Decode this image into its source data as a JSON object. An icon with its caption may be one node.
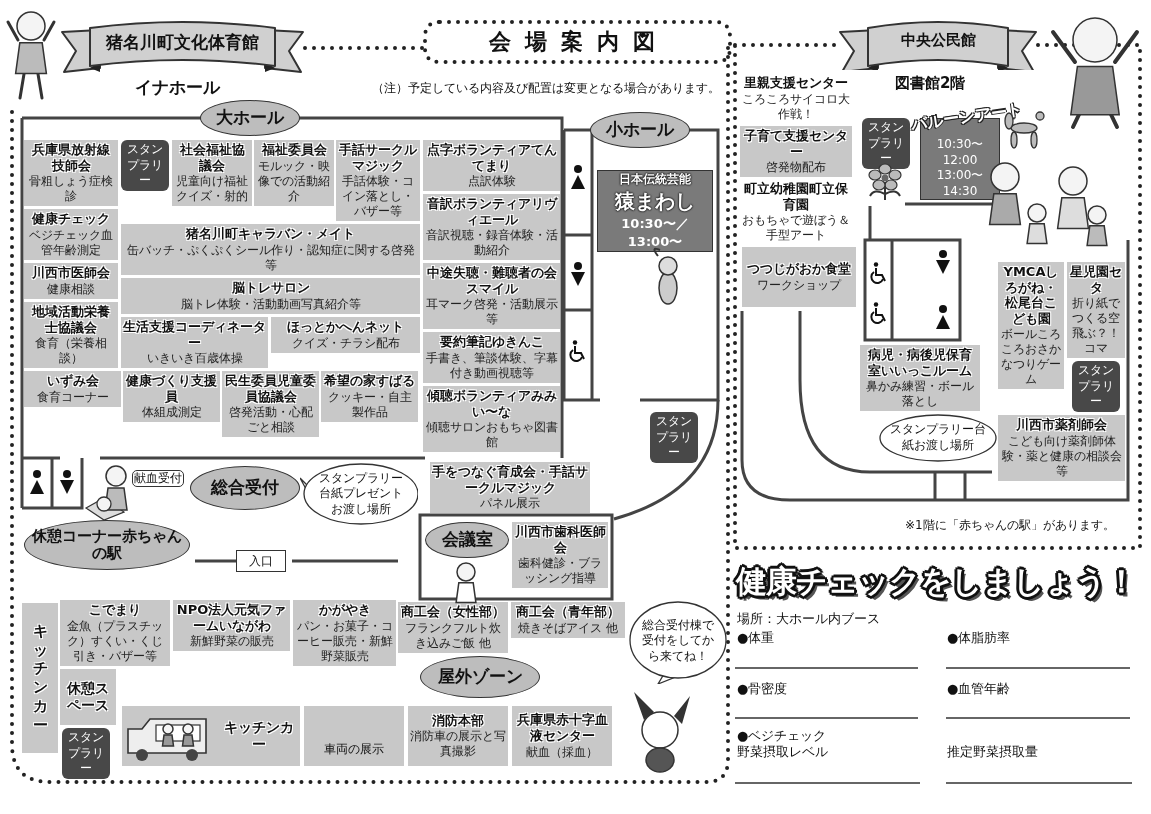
{
  "diagram": {
    "title": "会場案内図",
    "nodes": [
      {
        "text": [
          "猪名川町文化体育館"
        ],
        "beside": [
          "イナホール"
        ]
      },
      {
        "text": [
          "大ホール"
        ]
      },
      {
        "text": [
          "小ホール"
        ]
      },
      {
        "text": [
          "兵庫県放射線技師会",
          "骨粗しょう症検診"
        ]
      },
      {
        "text": [
          "スタンプラリー"
        ]
      },
      {
        "text": [
          "社会福祉協議会",
          "児童向け福祉クイズ・射的"
        ]
      },
      {
        "text": [
          "福祉委員会",
          "モルック・映像での活動紹介"
        ]
      },
      {
        "text": [
          "手話サークルマジック",
          "手話体験・コイン落とし・バザー等"
        ]
      },
      {
        "text": [
          "点字ボランティアてんてまり",
          "点訳体験"
        ]
      },
      {
        "text": [
          "日本伝統芸能",
          "猿まわし",
          "10:30〜／13:00〜"
        ]
      },
      {
        "text": [
          "健康チェック",
          "ベジチェック血管年齢測定"
        ]
      },
      {
        "text": [
          "猪名川町キャラバン・メイト",
          "缶バッチ・ぷくぷくシール作り・認知症に関する啓発等"
        ]
      },
      {
        "text": [
          "音訳ボランティアリヴィエール",
          "音訳視聴・録音体験・活動紹介"
        ]
      },
      {
        "text": [
          "脳トレサロン",
          "脳トレ体験・活動動画写真紹介等"
        ]
      },
      {
        "text": [
          "川西市医師会",
          "健康相談"
        ]
      },
      {
        "text": [
          "中途失聴・難聴者の会スマイル",
          "耳マーク啓発・活動展示等"
        ]
      },
      {
        "text": [
          "生活支援コーディネーター",
          "いきいき百歳体操"
        ]
      },
      {
        "text": [
          "ほっとかへんネット",
          "クイズ・チラシ配布"
        ]
      },
      {
        "text": [
          "地域活動栄養士協議会",
          "食育（栄養相談）"
        ]
      },
      {
        "text": [
          "要約筆記ゆきんこ",
          "手書き、筆談体験、字幕付き動画視聴等"
        ]
      },
      {
        "text": [
          "いずみ会",
          "食育コーナー"
        ]
      },
      {
        "text": [
          "健康づくり支援員",
          "体組成測定"
        ]
      },
      {
        "text": [
          "民生委員児童委員協議会",
          "啓発活動・心配ごと相談"
        ]
      },
      {
        "text": [
          "希望の家すばる",
          "クッキー・自主製作品"
        ]
      },
      {
        "text": [
          "傾聴ボランティアみみい〜な",
          "傾聴サロンおもちゃ図書館"
        ]
      },
      {
        "text": [
          "手をつなぐ育成会・手話サークルマジック",
          "パネル展示"
        ]
      },
      {
        "text": [
          "スタンプラリー"
        ]
      },
      {
        "text": [
          "総合受付"
        ]
      },
      {
        "text": [
          "献血受付"
        ]
      },
      {
        "text": [
          "スタンプラリー台紙プレゼントお渡し場所"
        ]
      },
      {
        "text": [
          "会議室"
        ]
      },
      {
        "text": [
          "川西市歯科医師会",
          "歯科健診・ブラッシング指導"
        ]
      },
      {
        "text": [
          "休憩コーナー赤ちゃんの駅"
        ]
      },
      {
        "text": [
          "入口"
        ]
      },
      {
        "text": [
          "商工会（女性部）",
          "フランクフルト炊き込みご飯 他"
        ]
      },
      {
        "text": [
          "商工会（青年部）",
          "焼きそばアイス 他"
        ]
      },
      {
        "text": [
          "キッチンカー"
        ]
      },
      {
        "text": [
          "こでまり",
          "金魚（プラスチック）すくい・くじ引き・バザー等"
        ]
      },
      {
        "text": [
          "NPO法人元気ファームいながわ",
          "新鮮野菜の販売"
        ]
      },
      {
        "text": [
          "かがやき",
          "パン・お菓子・コーヒー販売・新鮮野菜販売"
        ]
      },
      {
        "text": [
          "屋外ゾーン"
        ]
      },
      {
        "text": [
          "休憩スペース"
        ]
      },
      {
        "text": [
          "総合受付棟で受付をしてから来てね！"
        ]
      },
      {
        "text": [
          "スタンプラリー"
        ]
      },
      {
        "text": [
          "キッチンカー"
        ]
      },
      {
        "text": [
          "車両の展示"
        ]
      },
      {
        "text": [
          "消防本部",
          "消防車の展示と写真撮影"
        ]
      },
      {
        "text": [
          "兵庫県赤十字血液センター",
          "献血（採血）"
        ]
      },
      {
        "text": [
          "中央公民館"
        ],
        "beside": [
          "図書館2階"
        ]
      },
      {
        "text": [
          "里親支援センター",
          "ころころサイコロ大作戦！"
        ]
      },
      {
        "text": [
          "子育て支援センター",
          "啓発物配布"
        ]
      },
      {
        "text": [
          "スタンプラリー"
        ]
      },
      {
        "text": [
          "バルーンアート",
          "10:30〜12:00 13:00〜14:30"
        ]
      },
      {
        "text": [
          "町立幼稚園町立保育園",
          "おもちゃで遊ぼう＆手型アート"
        ]
      },
      {
        "text": [
          "つつじがおか食堂",
          "ワークショップ"
        ]
      },
      {
        "text": [
          "病児・病後児保育室いいっこルーム",
          "鼻かみ練習・ボール落とし"
        ]
      },
      {
        "text": [
          "YMCAしろがね・松尾台こども園",
          "ボールころころおさかなつりゲーム"
        ]
      },
      {
        "text": [
          "星児園セタ",
          "折り紙でつくる空飛ぶ？！コマ"
        ]
      },
      {
        "text": [
          "スタンプラリー"
        ]
      },
      {
        "text": [
          "スタンプラリー台紙お渡し場所"
        ]
      },
      {
        "text": [
          "川西市薬剤師会",
          "こども向け薬剤師体験・薬と健康の相談会等"
        ]
      }
    ],
    "labels": [
      "（注）予定している内容及び配置は変更となる場合があります。",
      "※1階に「赤ちゃんの駅」があります。",
      "健康チェックをしましょう！",
      "場所：大ホール内ブース",
      "●体重",
      "●体脂肪率",
      "●骨密度",
      "●血管年齢",
      "●ベジチェック",
      "野菜摂取レベル",
      "推定野菜摂取量"
    ]
  }
}
